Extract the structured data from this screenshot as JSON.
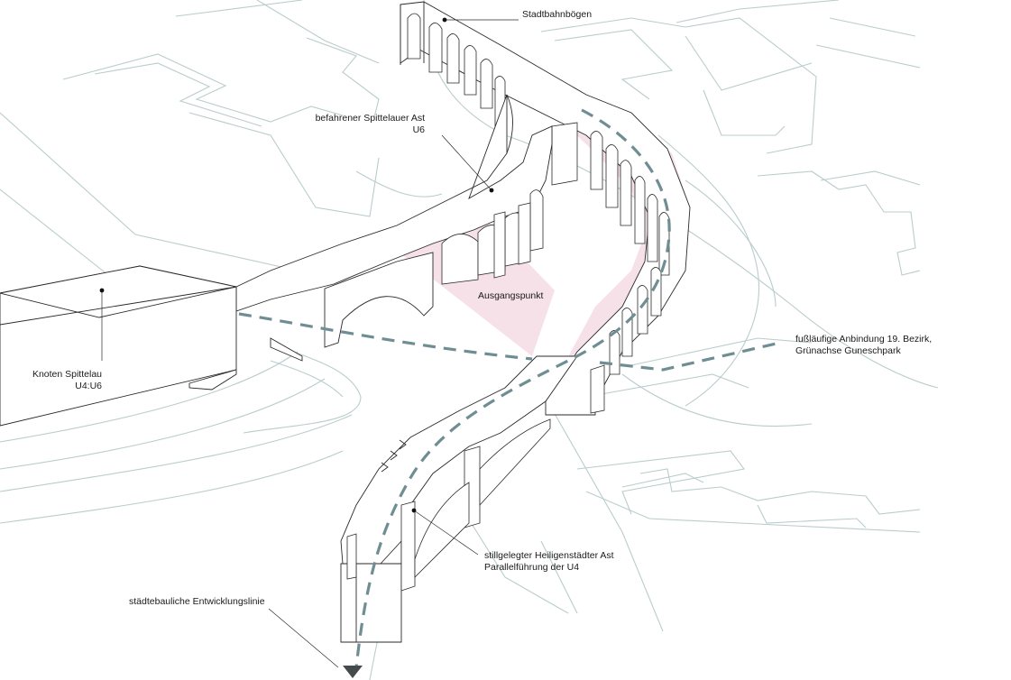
{
  "labels": {
    "stadtbahnboegen": "Stadtbahnbögen",
    "spittelauer_line1": "befahrener Spittelauer Ast",
    "spittelauer_line2": "U6",
    "ausgangspunkt": "Ausgangspunkt",
    "knoten_line1": "Knoten Spittelau",
    "knoten_line2": "U4:U6",
    "anbindung_line1": "fußläufige Anbindung 19. Bezirk,",
    "anbindung_line2": "Grünachse Guneschpark",
    "heiligenstaedter_line1": "stillgelegter Heiligenstädter Ast",
    "heiligenstaedter_line2": "Parallelführung der U4",
    "entwicklungslinie": "städtebauliche Entwicklungslinie"
  },
  "colors": {
    "context_lines": "#b9cdcc",
    "structure_lines": "#2a2a2a",
    "highlight_zone": "#ecc9d4",
    "path_dashes": "#6f8e93"
  }
}
